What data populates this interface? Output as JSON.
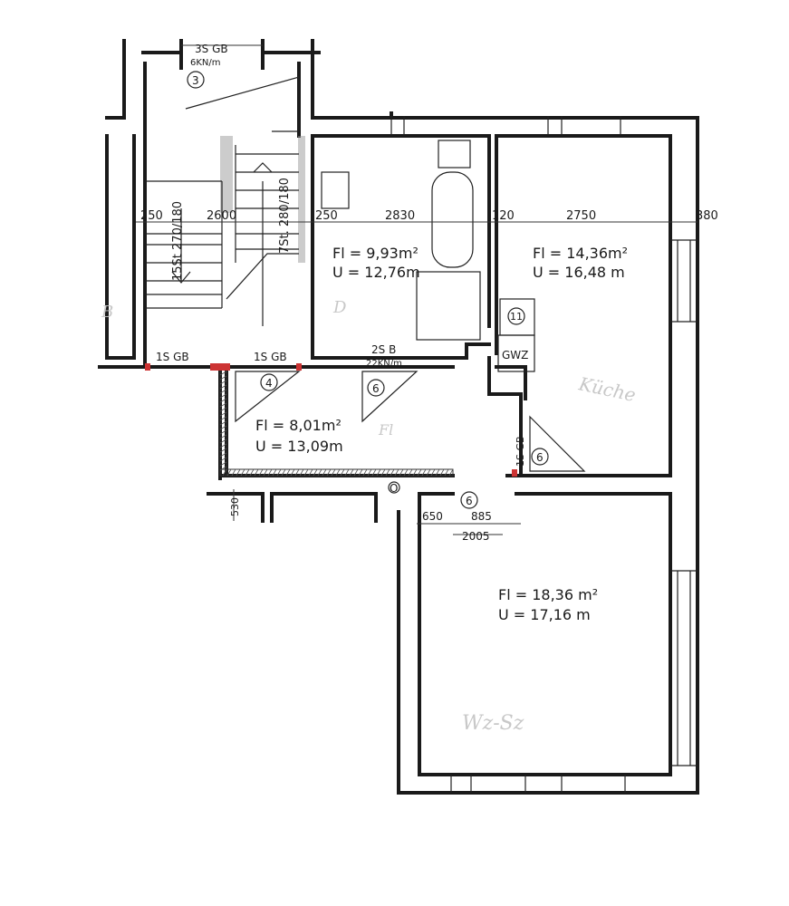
{
  "rooms": {
    "bath": {
      "area": "Fl = 9,93m²",
      "perimeter": "U = 12,76m",
      "letter": "D"
    },
    "kitchen": {
      "area": "Fl = 14,36m²",
      "perimeter": "U = 16,48 m",
      "faint_label": "Küche"
    },
    "hall": {
      "area": "Fl = 8,01m²",
      "perimeter": "U = 13,09m",
      "faint_label": "Fl"
    },
    "living": {
      "area": "Fl = 18,36 m²",
      "perimeter": "U = 17,16 m",
      "faint_label": "Wz-Sz"
    },
    "left_letter": "B"
  },
  "dimensions": {
    "d250a": "250",
    "d2600": "2600",
    "d250b": "250",
    "d2830": "2830",
    "d120": "120",
    "d2750": "2750",
    "d380": "380",
    "d650": "650",
    "d885": "885",
    "d2005": "2005",
    "d530": "530"
  },
  "stairs": {
    "left": "15St 270/180",
    "right": "7St. 280/180"
  },
  "lines": {
    "top": "3S GB",
    "top_load": "6KN/m",
    "l1": "1S GB",
    "l2": "1S GB",
    "l3": "2S B",
    "l3_load": "22KN/m",
    "l4": "1S GB",
    "gwz": "GWZ"
  },
  "markers": {
    "m3": "3",
    "m4": "4",
    "m6a": "6",
    "m6b": "6",
    "m6c": "6",
    "m11": "11",
    "circle_o": "O"
  }
}
